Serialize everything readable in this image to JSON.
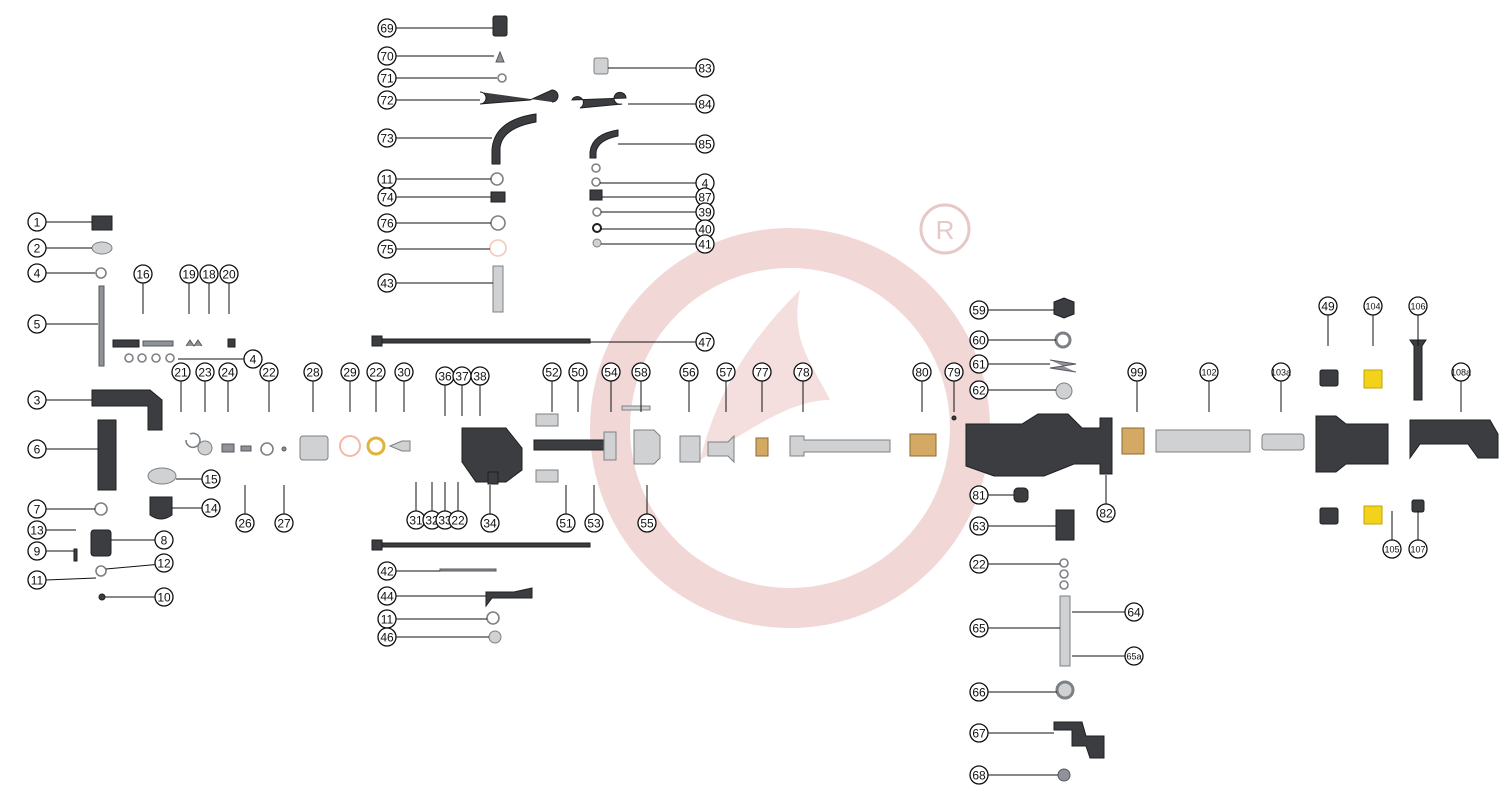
{
  "diagram": {
    "type": "exploded-parts-diagram",
    "watermark": {
      "shape": "logo-ring",
      "color": "#e7b6b6",
      "registered_mark": "R"
    },
    "colors": {
      "metal_dark": "#3b3d40",
      "metal_light": "#cfd1d3",
      "brass": "#d3a964",
      "yellow_part": "#f2d21a",
      "label_stroke": "#111111"
    },
    "callouts": [
      "1",
      "2",
      "4",
      "5",
      "16",
      "19",
      "18",
      "20",
      "4",
      "3",
      "21",
      "23",
      "24",
      "22",
      "6",
      "15",
      "14",
      "7",
      "13",
      "8",
      "9",
      "12",
      "11",
      "10",
      "26",
      "27",
      "28",
      "29",
      "22",
      "30",
      "36",
      "37",
      "38",
      "31",
      "32",
      "33",
      "22",
      "34",
      "52",
      "50",
      "54",
      "58",
      "56",
      "57",
      "77",
      "78",
      "51",
      "53",
      "55",
      "47",
      "42",
      "44",
      "11",
      "46",
      "69",
      "70",
      "71",
      "72",
      "73",
      "11",
      "74",
      "76",
      "75",
      "43",
      "83",
      "84",
      "85",
      "4",
      "87",
      "39",
      "40",
      "41",
      "80",
      "79",
      "59",
      "60",
      "61",
      "62",
      "82",
      "81",
      "63",
      "22",
      "65",
      "64",
      "65a",
      "66",
      "67",
      "68",
      "99",
      "102",
      "103a",
      "49",
      "104",
      "106",
      "108a",
      "105",
      "107"
    ]
  }
}
